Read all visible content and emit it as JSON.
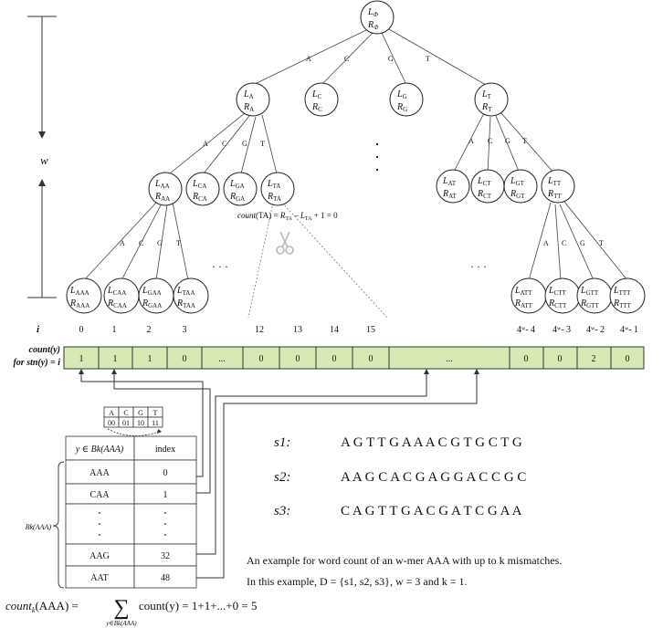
{
  "w_label": "w",
  "root": {
    "L": "L",
    "Lsub": "Φ",
    "R": "R",
    "Rsub": "Φ"
  },
  "level1_edges": [
    "A",
    "C",
    "G",
    "T"
  ],
  "level1": [
    {
      "L": "L",
      "Lsub": "A",
      "R": "R",
      "Rsub": "A"
    },
    {
      "L": "L",
      "Lsub": "C",
      "R": "R",
      "Rsub": "C"
    },
    {
      "L": "L",
      "Lsub": "G",
      "R": "R",
      "Rsub": "G"
    },
    {
      "L": "L",
      "Lsub": "T",
      "R": "R",
      "Rsub": "T"
    }
  ],
  "level2_edges": [
    "A",
    "C",
    "G",
    "T"
  ],
  "level2_left": [
    {
      "L": "L",
      "Lsub": "AA",
      "R": "R",
      "Rsub": "AA"
    },
    {
      "L": "L",
      "Lsub": "CA",
      "R": "R",
      "Rsub": "CA"
    },
    {
      "L": "L",
      "Lsub": "GA",
      "R": "R",
      "Rsub": "GA"
    },
    {
      "L": "L",
      "Lsub": "TA",
      "R": "R",
      "Rsub": "TA"
    }
  ],
  "level2_right": [
    {
      "L": "L",
      "Lsub": "AT",
      "R": "R",
      "Rsub": "AT"
    },
    {
      "L": "L",
      "Lsub": "CT",
      "R": "R",
      "Rsub": "CT"
    },
    {
      "L": "L",
      "Lsub": "GT",
      "R": "R",
      "Rsub": "GT"
    },
    {
      "L": "L",
      "Lsub": "TT",
      "R": "R",
      "Rsub": "TT"
    }
  ],
  "level3_edges": [
    "A",
    "C",
    "G",
    "T"
  ],
  "level3_left": [
    {
      "L": "L",
      "Lsub": "AAA",
      "R": "R",
      "Rsub": "AAA"
    },
    {
      "L": "L",
      "Lsub": "CAA",
      "R": "R",
      "Rsub": "CAA"
    },
    {
      "L": "L",
      "Lsub": "GAA",
      "R": "R",
      "Rsub": "GAA"
    },
    {
      "L": "L",
      "Lsub": "TAA",
      "R": "R",
      "Rsub": "TAA"
    }
  ],
  "level3_right": [
    {
      "L": "L",
      "Lsub": "ATT",
      "R": "R",
      "Rsub": "ATT"
    },
    {
      "L": "L",
      "Lsub": "CTT",
      "R": "R",
      "Rsub": "CTT"
    },
    {
      "L": "L",
      "Lsub": "GTT",
      "R": "R",
      "Rsub": "GTT"
    },
    {
      "L": "L",
      "Lsub": "TTT",
      "R": "R",
      "Rsub": "TTT"
    }
  ],
  "ellipsis": "· · ·",
  "count_ta": {
    "prefix": "count",
    "arg": "(TA) = ",
    "R": "R",
    "Rsub": "TA",
    "mid": " – ",
    "L": "L",
    "Lsub": "TA",
    "tail": " + 1 = 0"
  },
  "i_label": "i",
  "count_label": "count(y)",
  "stn_label": "for stn(y) = i",
  "indices": [
    "0",
    "1",
    "2",
    "3",
    "12",
    "13",
    "14",
    "15",
    "4ʷ- 4",
    "4ʷ- 3",
    "4ʷ- 2",
    "4ʷ- 1"
  ],
  "array_cells": [
    "1",
    "1",
    "1",
    "0",
    "...",
    "0",
    "0",
    "0",
    "0",
    "...",
    "0",
    "0",
    "2",
    "0"
  ],
  "encoding": {
    "letters": [
      "A",
      "C",
      "G",
      "T"
    ],
    "codes": [
      "00",
      "01",
      "10",
      "11"
    ]
  },
  "table": {
    "header_col1": "y ∈ Bk(AAA)",
    "header_col2": "index",
    "rows": [
      {
        "word": "AAA",
        "index": "0"
      },
      {
        "word": "CAA",
        "index": "1"
      },
      {
        "word": "·\n·\n·",
        "index": "·\n·\n·"
      },
      {
        "word": "AAG",
        "index": "32"
      },
      {
        "word": "AAT",
        "index": "48"
      }
    ],
    "brace_label": "Bk(AAA)"
  },
  "sequences": [
    {
      "name": "s1",
      "seq": "A G T T G A A A C G T G C T G"
    },
    {
      "name": "s2",
      "seq": "A A G C A C G A G G A C C G C"
    },
    {
      "name": "s3",
      "seq": "C A G T T G A C G A T C G A A"
    }
  ],
  "caption_line1": "An example for word count of an w-mer AAA with up to k mismatches.",
  "caption_line2": "In this example, D = {s1, s2, s3}, w = 3 and k = 1.",
  "formula": {
    "lhs": "count",
    "lhs_sub": "k",
    "lhs_arg": "(AAA) = ",
    "sum_sub": "y∈Bk(AAA)",
    "rhs": "count(y) = 1+1+...+0 = 5"
  }
}
